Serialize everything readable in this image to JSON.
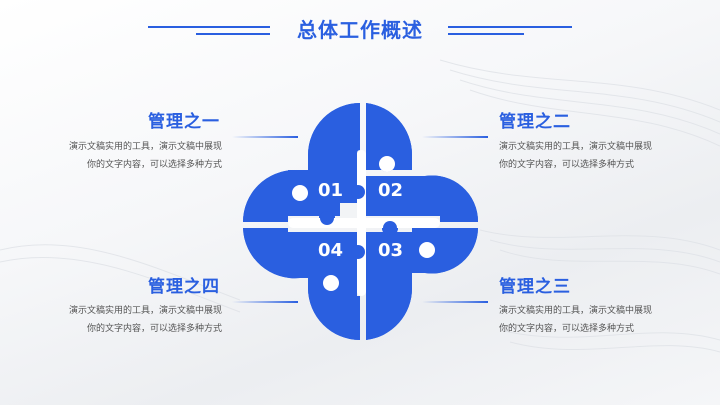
{
  "header": {
    "title": "总体工作概述"
  },
  "items": [
    {
      "number": "01",
      "title": "管理之一",
      "desc_line1": "演示文稿实用的工具，演示文稿中展现",
      "desc_line2": "你的文字内容，可以选择多种方式"
    },
    {
      "number": "02",
      "title": "管理之二",
      "desc_line1": "演示文稿实用的工具，演示文稿中展现",
      "desc_line2": "你的文字内容，可以选择多种方式"
    },
    {
      "number": "03",
      "title": "管理之三",
      "desc_line1": "演示文稿实用的工具，演示文稿中展现",
      "desc_line2": "你的文字内容，可以选择多种方式"
    },
    {
      "number": "04",
      "title": "管理之四",
      "desc_line1": "演示文稿实用的工具，演示文稿中展现",
      "desc_line2": "你的文字内容，可以选择多种方式"
    }
  ],
  "colors": {
    "accent": "#2a5fe0",
    "text": "#555555",
    "background": "#f3f4f6"
  }
}
